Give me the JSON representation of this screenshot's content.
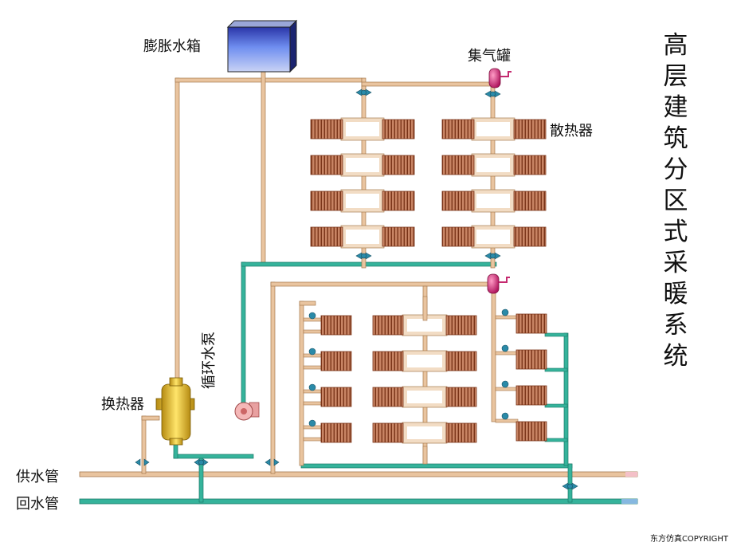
{
  "title": "高层建筑分区式采暖系统",
  "labels": {
    "expansion_tank": "膨胀水箱",
    "air_collector": "集气罐",
    "radiator": "散热器",
    "heat_exchanger": "换热器",
    "circulation_pump": "循环水泵",
    "supply_pipe": "供水管",
    "return_pipe": "回水管"
  },
  "credit": "东方仿真COPYRIGHT",
  "colors": {
    "supply": "#e9c49f",
    "supply_edge": "#a5794f",
    "return": "#35b39b",
    "return_edge": "#1c7a69",
    "radiator": "#b0603c",
    "valve": "#2a8aa8",
    "tank": "#3e55c8",
    "air_collector": "#d5307c",
    "exchanger": "#e8c23a",
    "pump": "#e8a0a0"
  }
}
